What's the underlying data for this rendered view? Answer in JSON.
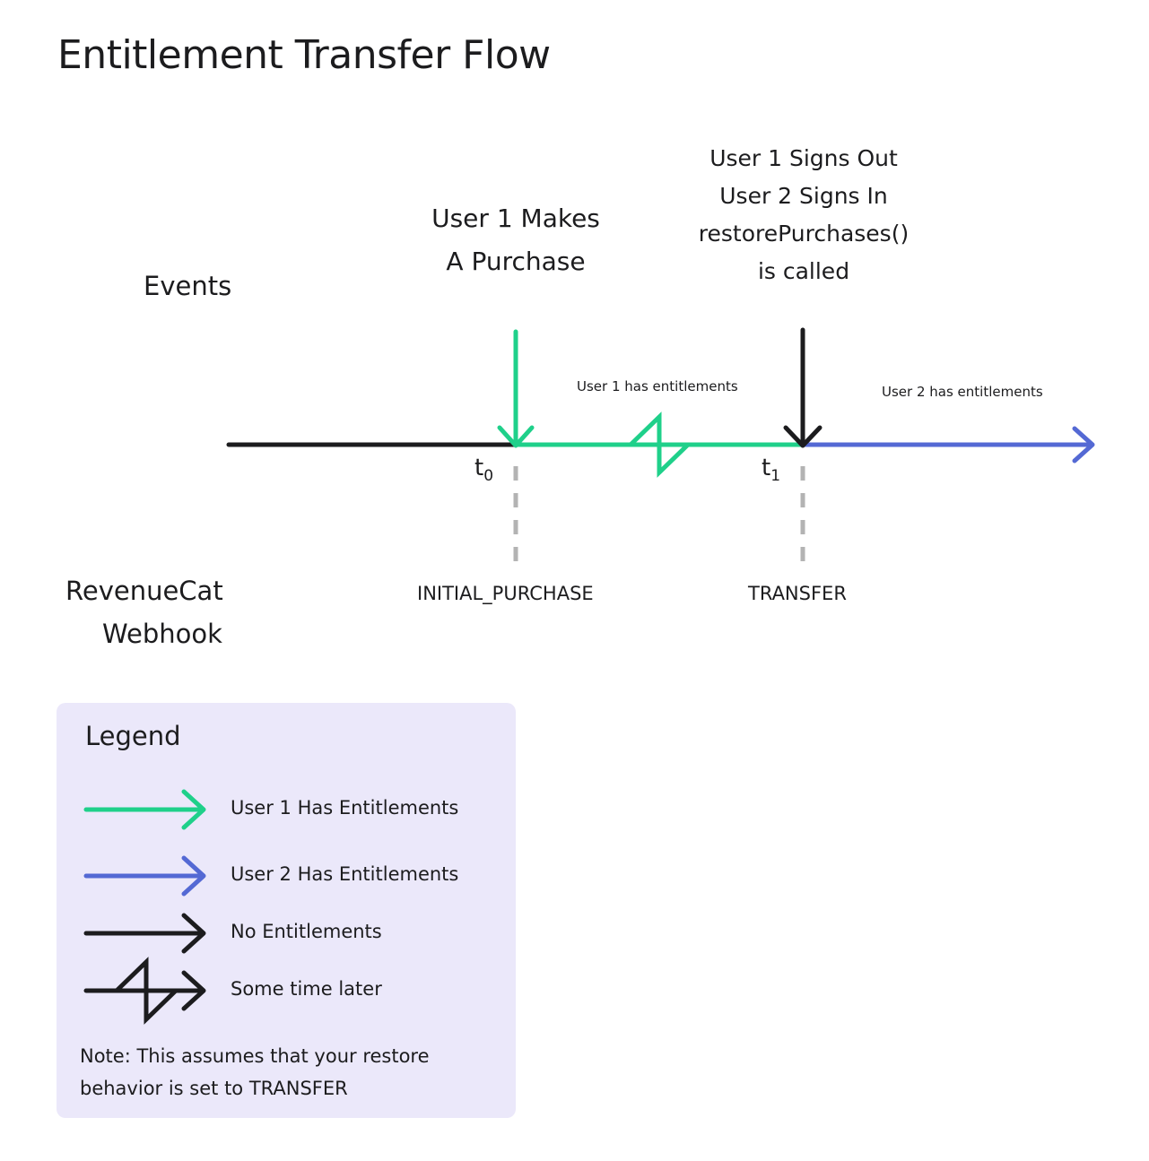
{
  "title": "Entitlement Transfer Flow",
  "rows": {
    "events_label": "Events",
    "webhook_label_line1": "RevenueCat",
    "webhook_label_line2": "Webhook"
  },
  "events": [
    {
      "lines": [
        "User 1 Makes",
        "A Purchase"
      ],
      "time_base": "t",
      "time_sub": "0",
      "webhook": "INITIAL_PURCHASE"
    },
    {
      "lines": [
        "User 1 Signs Out",
        "User 2 Signs In",
        "restorePurchases()",
        "is called"
      ],
      "time_base": "t",
      "time_sub": "1",
      "webhook": "TRANSFER"
    }
  ],
  "periods": {
    "user1": "User 1 has entitlements",
    "user2": "User 2 has entitlements"
  },
  "legend": {
    "title": "Legend",
    "items": [
      {
        "label": "User 1 Has Entitlements",
        "icon": "green-arrow-icon"
      },
      {
        "label": "User 2 Has Entitlements",
        "icon": "blue-arrow-icon"
      },
      {
        "label": "No Entitlements",
        "icon": "black-arrow-icon"
      },
      {
        "label": "Some time later",
        "icon": "time-break-arrow-icon"
      }
    ],
    "note": "Note: This assumes that your restore behavior is set to TRANSFER"
  },
  "colors": {
    "user1": "#1fd08a",
    "user2": "#5469d4",
    "none": "#1c1c1e",
    "webhook_dash": "#b3b3b3",
    "legend_bg": "#ebe8fa"
  }
}
